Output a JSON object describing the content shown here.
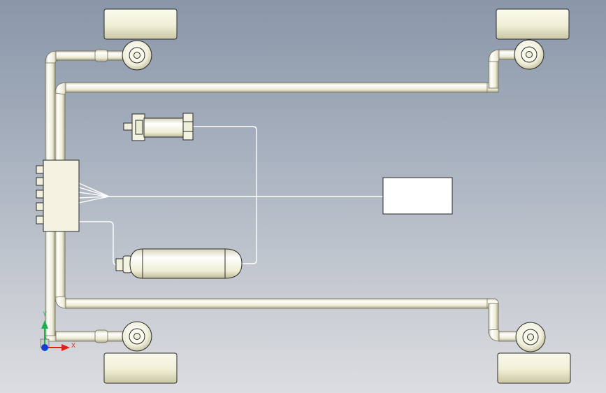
{
  "scene": {
    "background_top": "#8a97a9",
    "background_bottom": "#dcdde0",
    "part_color": "#f1f0dc",
    "edge_color": "#2a2a2a",
    "wire_color": "#ffffff"
  },
  "triad": {
    "x_label": "X",
    "y_label": "Y",
    "x_color": "#e0201b",
    "y_color": "#19b34a",
    "z_color": "#1a3ad6"
  },
  "components": [
    {
      "name": "front-left-wheel",
      "icon": "wheel-icon"
    },
    {
      "name": "front-right-wheel",
      "icon": "wheel-icon"
    },
    {
      "name": "rear-left-wheel",
      "icon": "wheel-icon"
    },
    {
      "name": "rear-right-wheel",
      "icon": "wheel-icon"
    },
    {
      "name": "valve-block",
      "icon": "valve-icon"
    },
    {
      "name": "compressor",
      "icon": "compressor-icon"
    },
    {
      "name": "air-tank",
      "icon": "tank-icon"
    },
    {
      "name": "control-box",
      "icon": "box-icon"
    }
  ]
}
